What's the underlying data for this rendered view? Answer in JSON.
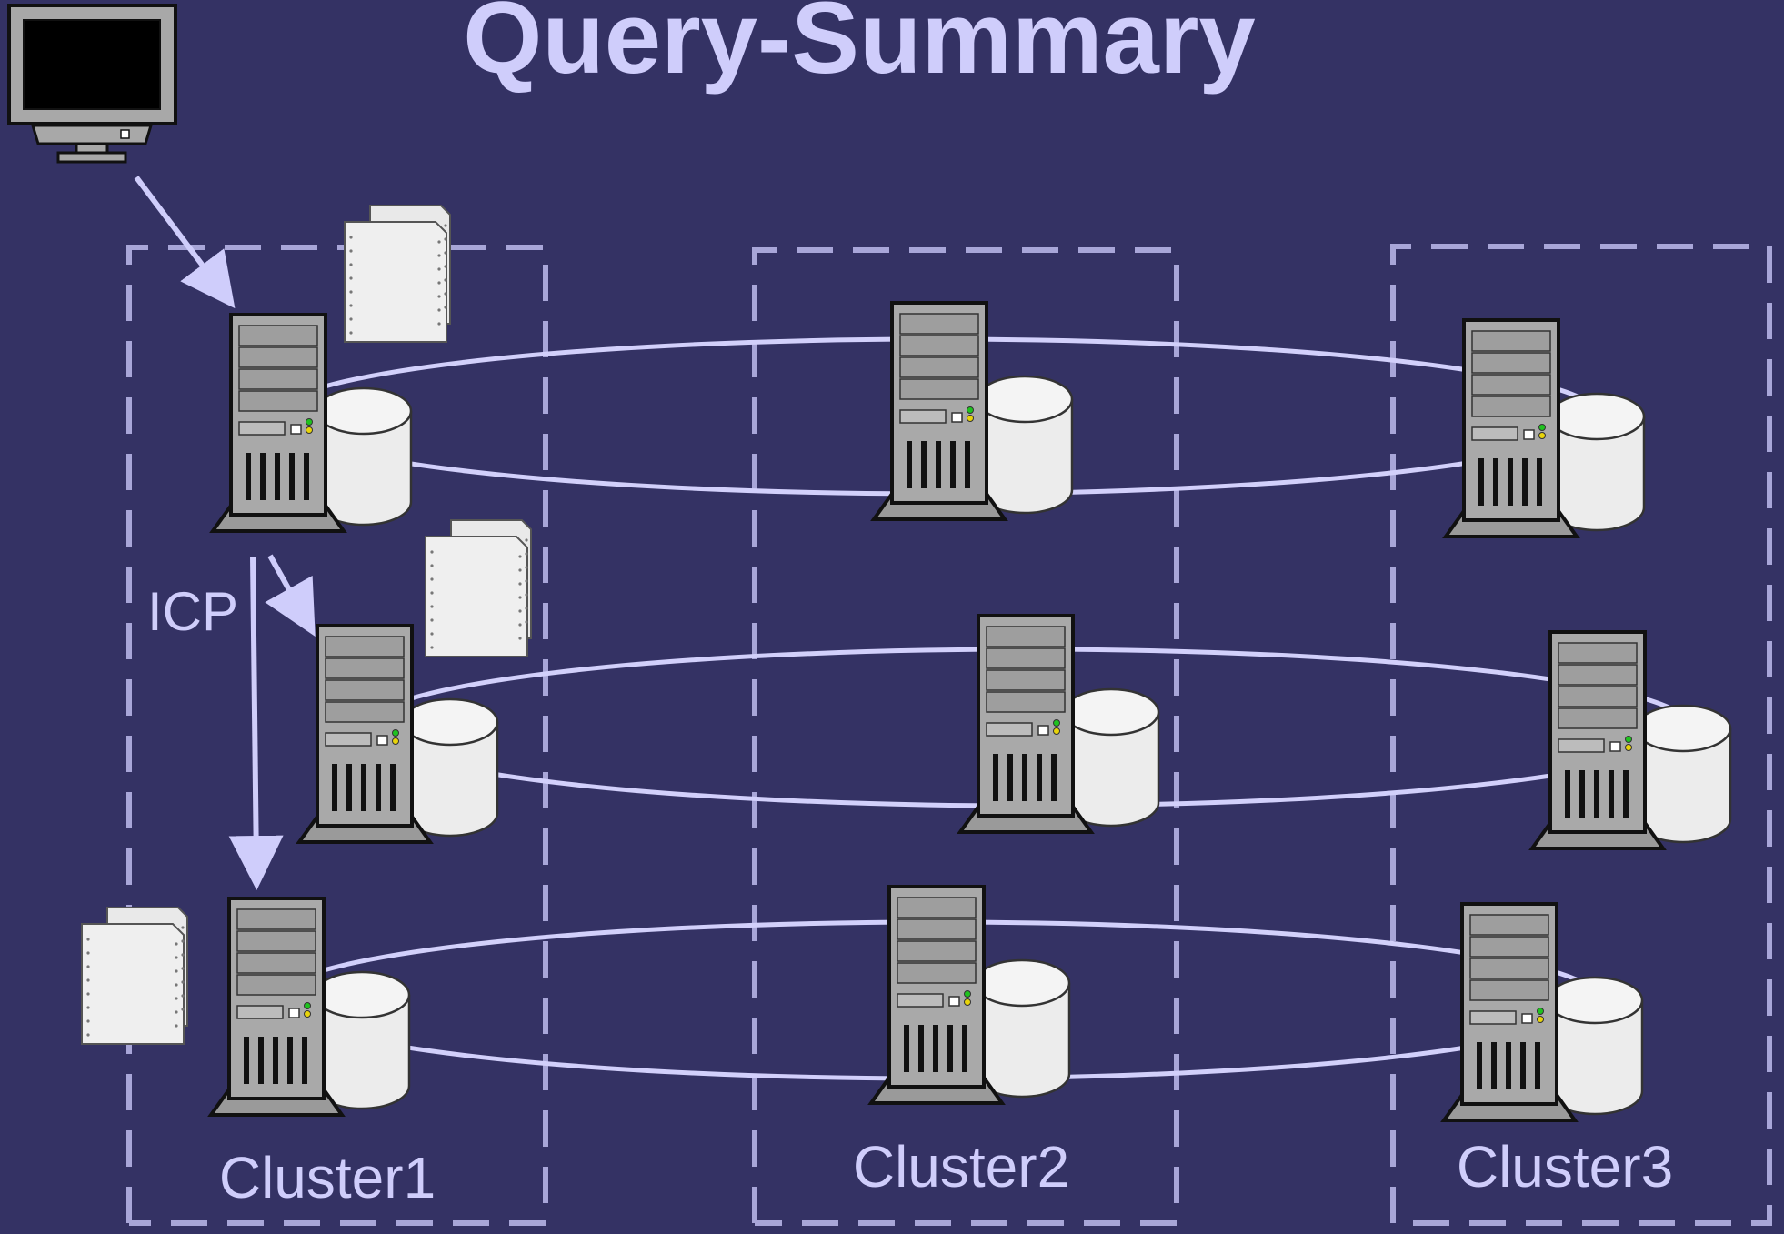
{
  "title": "Query-Summary",
  "labels": {
    "icp": "ICP",
    "clusters": [
      "Cluster1",
      "Cluster2",
      "Cluster3"
    ]
  },
  "icons": {
    "client": "monitor-icon",
    "server": "server-tower-icon",
    "database": "database-cylinder-icon",
    "documents": "document-stack-icon"
  },
  "colors": {
    "background": "#343264",
    "accent": "#cfcdfb",
    "dashed_border": "#a8a6d8",
    "server_body": "#a9a9a9",
    "disk": "#efefef"
  }
}
